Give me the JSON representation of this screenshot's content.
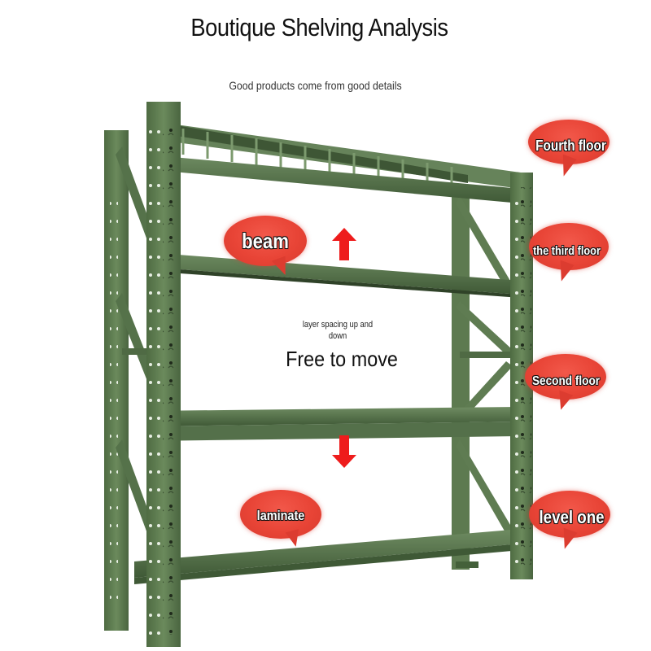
{
  "header": {
    "title": "Boutique Shelving Analysis",
    "subtitle": "Good products come from good details"
  },
  "callouts": {
    "beam": "beam",
    "laminate": "laminate",
    "fourth_floor": "Fourth floor",
    "third_floor": "the third floor",
    "second_floor": "Second floor",
    "level_one": "level one"
  },
  "center": {
    "spacing_note": "layer spacing up and down",
    "free_move": "Free to move"
  },
  "colors": {
    "shelf_green": "#5c7a4e",
    "bubble_red": "#e84436",
    "arrow_red": "#ee1c1c"
  }
}
